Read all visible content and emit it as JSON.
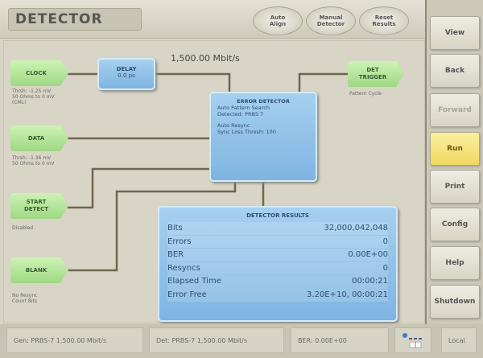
{
  "title": "DETECTOR",
  "top_buttons": [
    "Auto\nAlign",
    "Manual\nDetector",
    "Reset\nResults"
  ],
  "sidebar": [
    "View",
    "Back",
    "Forward",
    "Run",
    "Print",
    "Config",
    "Help",
    "Shutdown"
  ],
  "rate": "1,500.00 Mbit/s",
  "clock": {
    "label": "CLOCK",
    "sub": "Thrsh: -1.25 mV\n50 Ohms to 0 mV\n(CML)"
  },
  "data": {
    "label": "DATA",
    "sub": "Thrsh: -1.36 mV\n50 Ohms to 0 mV"
  },
  "start_detect": {
    "label": "START\nDETECT",
    "sub": "Disabled"
  },
  "blank": {
    "label": "BLANK",
    "sub": "No Resync\nCount Bits"
  },
  "delay": {
    "label": "DELAY",
    "value": "0.0 ps"
  },
  "det_trigger": {
    "label": "DET\nTRIGGER",
    "sub": "Pattern Cycle"
  },
  "error_detector": {
    "title": "ERROR DETECTOR",
    "lines": [
      "Auto Pattern Search",
      "Detected: PRBS 7",
      "",
      "Auto Resync",
      "Sync Loss Thresh: 100"
    ]
  },
  "results": {
    "title": "DETECTOR RESULTS",
    "rows": [
      {
        "label": "Bits",
        "value": "32,000,042,048"
      },
      {
        "label": "Errors",
        "value": "0"
      },
      {
        "label": "BER",
        "value": "0.00E+00"
      },
      {
        "label": "Resyncs",
        "value": "0"
      },
      {
        "label": "Elapsed Time",
        "value": "00:00:21"
      },
      {
        "label": "Error Free",
        "value": "3.20E+10, 00:00:21"
      }
    ]
  },
  "status": {
    "gen": "Gen: PRBS-7   1,500.00 Mbit/s",
    "det": "Det: PRBS-7   1,500.00 Mbit/s",
    "ber": "BER: 0.00E+00",
    "local": "Local"
  }
}
